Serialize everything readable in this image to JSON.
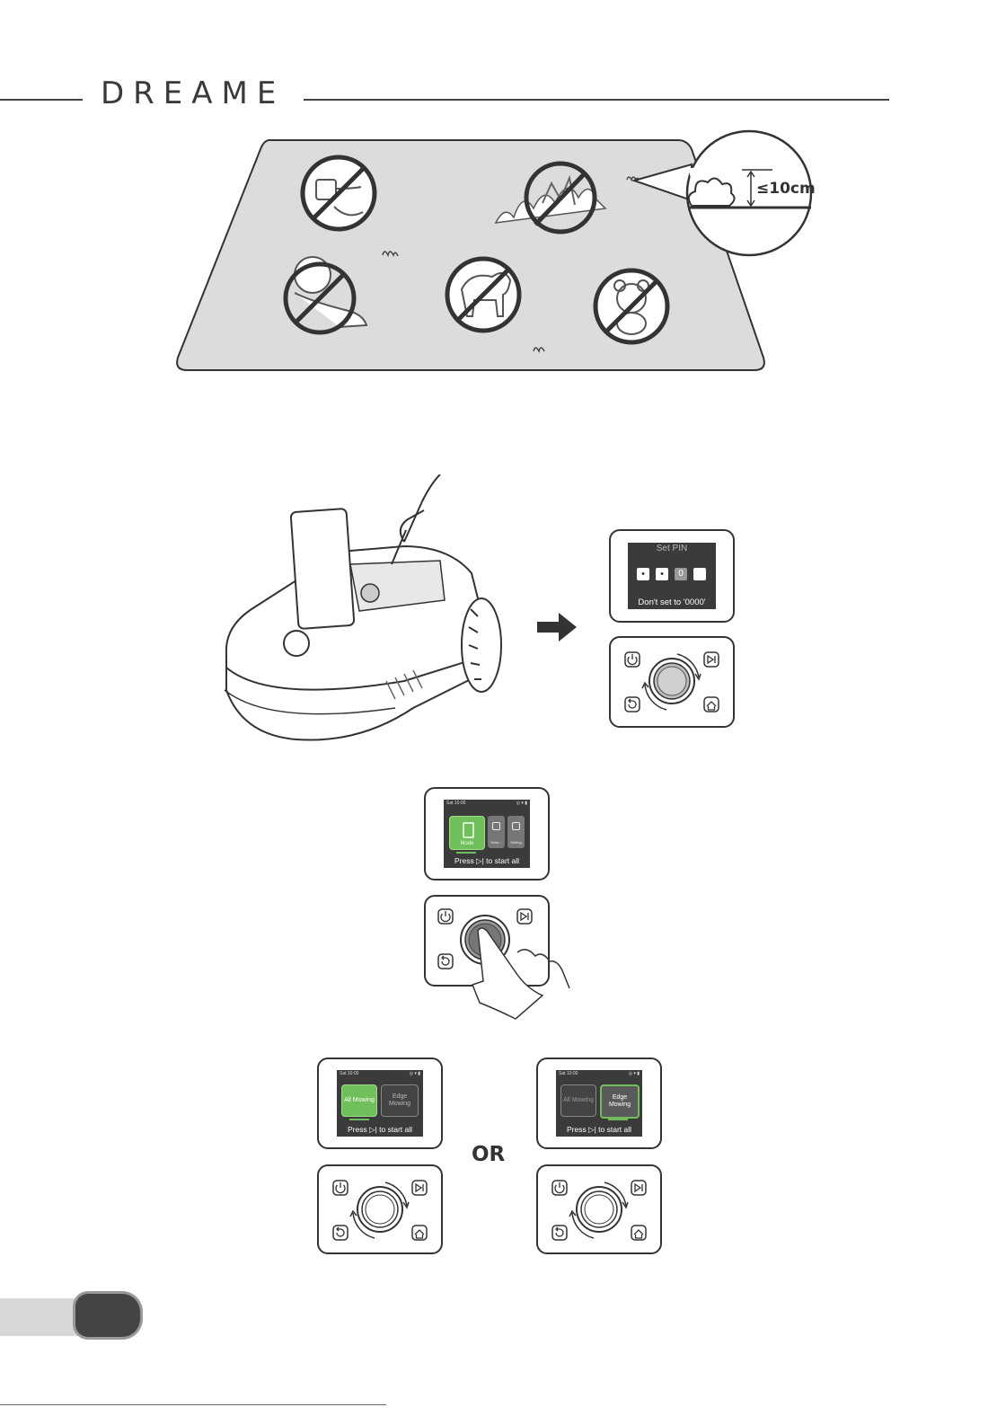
{
  "header": {
    "brand": "DREAME"
  },
  "lawn_warning": {
    "height_limit": "≤10cm"
  },
  "pin_screen": {
    "title": "Set PIN",
    "digits": [
      "•",
      "•",
      "0",
      ""
    ],
    "warning": "Don't set to '0000'"
  },
  "home_screen": {
    "status_time": "Sat 10:00",
    "tiles": [
      {
        "label": "Mode",
        "icon": "mode-icon",
        "active": true
      },
      {
        "label": "Sche...",
        "icon": "schedule-icon",
        "active": false
      },
      {
        "label": "Setting",
        "icon": "setting-icon",
        "active": false
      }
    ],
    "footer": "Press ▷| to start all"
  },
  "mode_screen_a": {
    "status_time": "Sat 10:00",
    "options": [
      "All Mowing",
      "Edge Mowing"
    ],
    "selected": 0,
    "footer": "Press ▷| to start all"
  },
  "mode_screen_b": {
    "status_time": "Sat 10:00",
    "options": [
      "All Mowing",
      "Edge Mowing"
    ],
    "selected": 1,
    "footer": "Press ▷| to start all"
  },
  "separator": {
    "or": "OR"
  },
  "colors": {
    "accent_green": "#6fbf5a",
    "screen_bg": "#3b3b3b",
    "lawn_bg": "#dcdcdc",
    "ink": "#333333"
  }
}
